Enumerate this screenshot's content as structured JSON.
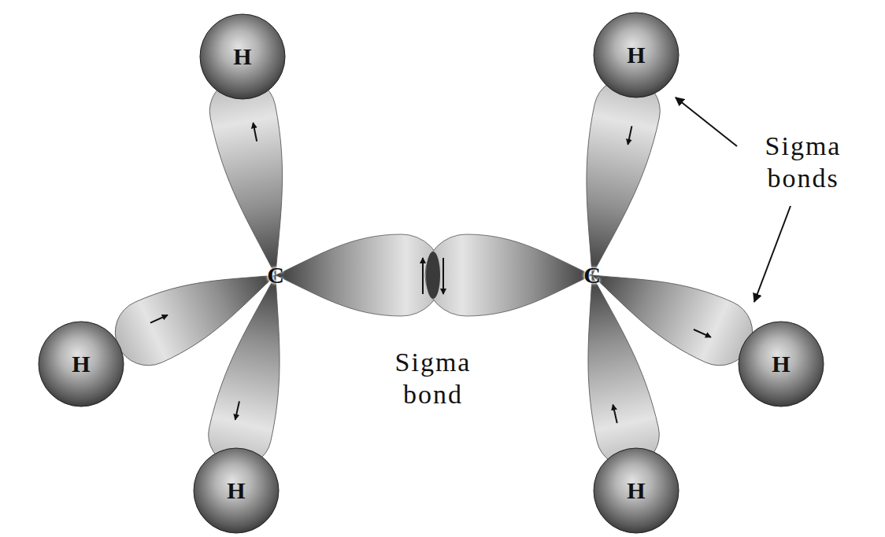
{
  "diagram": {
    "nodes": [
      {
        "text": [
          "H"
        ]
      },
      {
        "text": [
          "H"
        ]
      },
      {
        "text": [
          "H"
        ]
      },
      {
        "text": [
          "H"
        ]
      },
      {
        "text": [
          "H"
        ]
      },
      {
        "text": [
          "H"
        ]
      }
    ],
    "labels": [
      "Sigma bonds",
      "C",
      "C",
      "Sigma bond"
    ]
  }
}
